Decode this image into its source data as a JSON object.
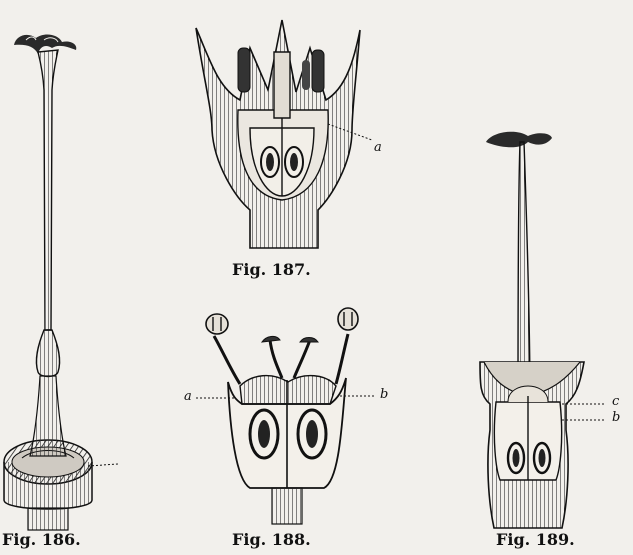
{
  "captions": {
    "fig186": "Fig. 186.",
    "fig187": "Fig. 187.",
    "fig188": "Fig. 188.",
    "fig189": "Fig. 189."
  },
  "labels": {
    "fig187_a": "a",
    "fig188_a": "a",
    "fig188_b": "b",
    "fig189_c": "c",
    "fig189_b": "b"
  }
}
